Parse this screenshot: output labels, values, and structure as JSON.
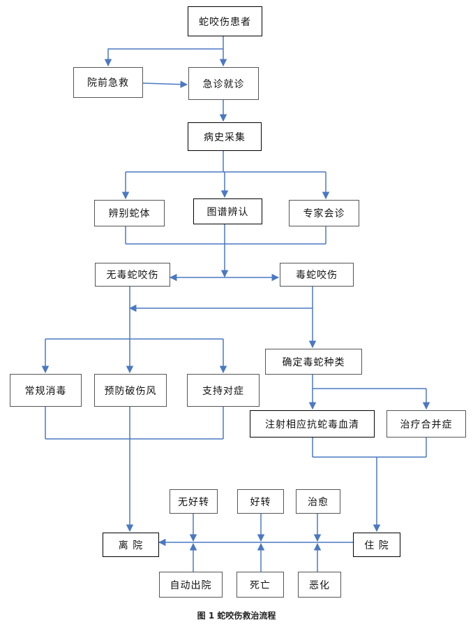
{
  "nodes": {
    "patient": "蛇咬伤患者",
    "prehospital": "院前急救",
    "emergency": "急诊就诊",
    "history": "病史采集",
    "identify_body": "辨别蛇体",
    "atlas": "图谱辨认",
    "expert": "专家会诊",
    "nonvenomous": "无毒蛇咬伤",
    "venomous": "毒蛇咬伤",
    "disinfect": "常规消毒",
    "tetanus": "预防破伤风",
    "supportive": "支持对症",
    "species": "确定毒蛇种类",
    "antivenom": "注射相应抗蛇毒血清",
    "complications": "治疗合并症",
    "not_improved": "无好转",
    "improved": "好转",
    "cured": "治愈",
    "discharge": "离 院",
    "admitted": "住 院",
    "self_discharge": "自动出院",
    "death": "死亡",
    "worsened": "恶化"
  },
  "caption": "图 1  蛇咬伤救治流程",
  "colors": {
    "arrow": "#4a78c2",
    "border": "#555555"
  }
}
